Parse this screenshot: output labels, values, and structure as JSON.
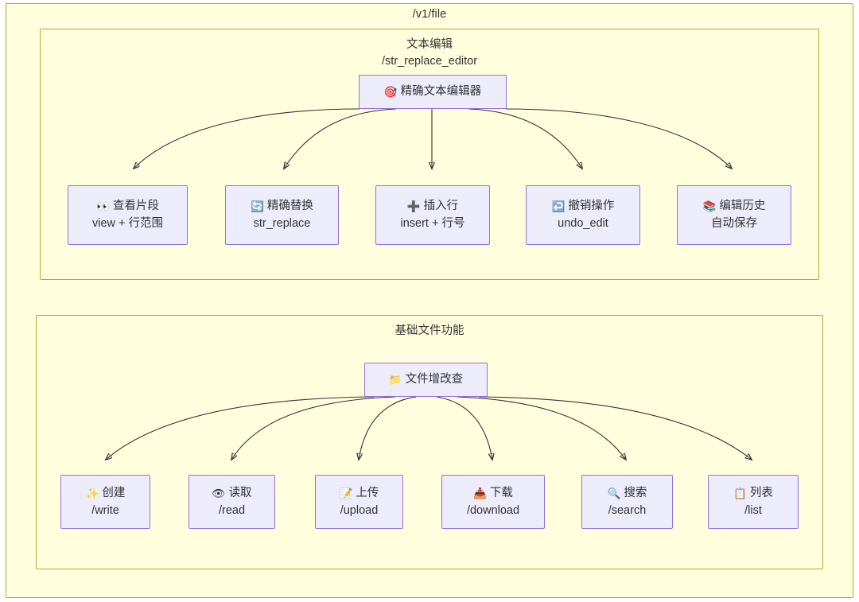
{
  "diagram": {
    "title": "/v1/file",
    "type": "flowchart",
    "background_color": "#ffffde",
    "frame_border_color": "#aaaa33",
    "node_fill_color": "#ececfb",
    "node_border_color": "#9370db",
    "edge_color": "#333333",
    "text_color": "#333333"
  },
  "sections": [
    {
      "id": "text-editing",
      "title_line1": "文本编辑",
      "title_line2": "/str_replace_editor",
      "root": {
        "icon": "🎯",
        "icon_name": "target-icon",
        "line1": "精确文本编辑器"
      },
      "children": [
        {
          "icon": "👀",
          "icon_name": "eyes-icon",
          "line1": "查看片段",
          "line2": "view + 行范围"
        },
        {
          "icon": "🔄",
          "icon_name": "refresh-icon",
          "line1": "精确替换",
          "line2": "str_replace"
        },
        {
          "icon": "➕",
          "icon_name": "plus-icon",
          "line1": "插入行",
          "line2": "insert + 行号"
        },
        {
          "icon": "↩️",
          "icon_name": "undo-arrow-icon",
          "line1": "撤销操作",
          "line2": "undo_edit"
        },
        {
          "icon": "📚",
          "icon_name": "books-icon",
          "line1": "编辑历史",
          "line2": "自动保存"
        }
      ]
    },
    {
      "id": "basic-file",
      "title_line1": "基础文件功能",
      "title_line2": "",
      "root": {
        "icon": "📁",
        "icon_name": "folder-icon",
        "line1": "文件增改查"
      },
      "children": [
        {
          "icon": "✨",
          "icon_name": "sparkles-icon",
          "line1": "创建",
          "line2": "/write"
        },
        {
          "icon": "👁",
          "icon_name": "eye-icon",
          "line1": "读取",
          "line2": "/read"
        },
        {
          "icon": "📝",
          "icon_name": "memo-icon",
          "line1": "上传",
          "line2": "/upload"
        },
        {
          "icon": "📥",
          "icon_name": "inbox-tray-icon",
          "line1": "下载",
          "line2": "/download"
        },
        {
          "icon": "🔍",
          "icon_name": "magnifying-glass-icon",
          "line1": "搜索",
          "line2": "/search"
        },
        {
          "icon": "📋",
          "icon_name": "clipboard-icon",
          "line1": "列表",
          "line2": "/list"
        }
      ]
    }
  ]
}
